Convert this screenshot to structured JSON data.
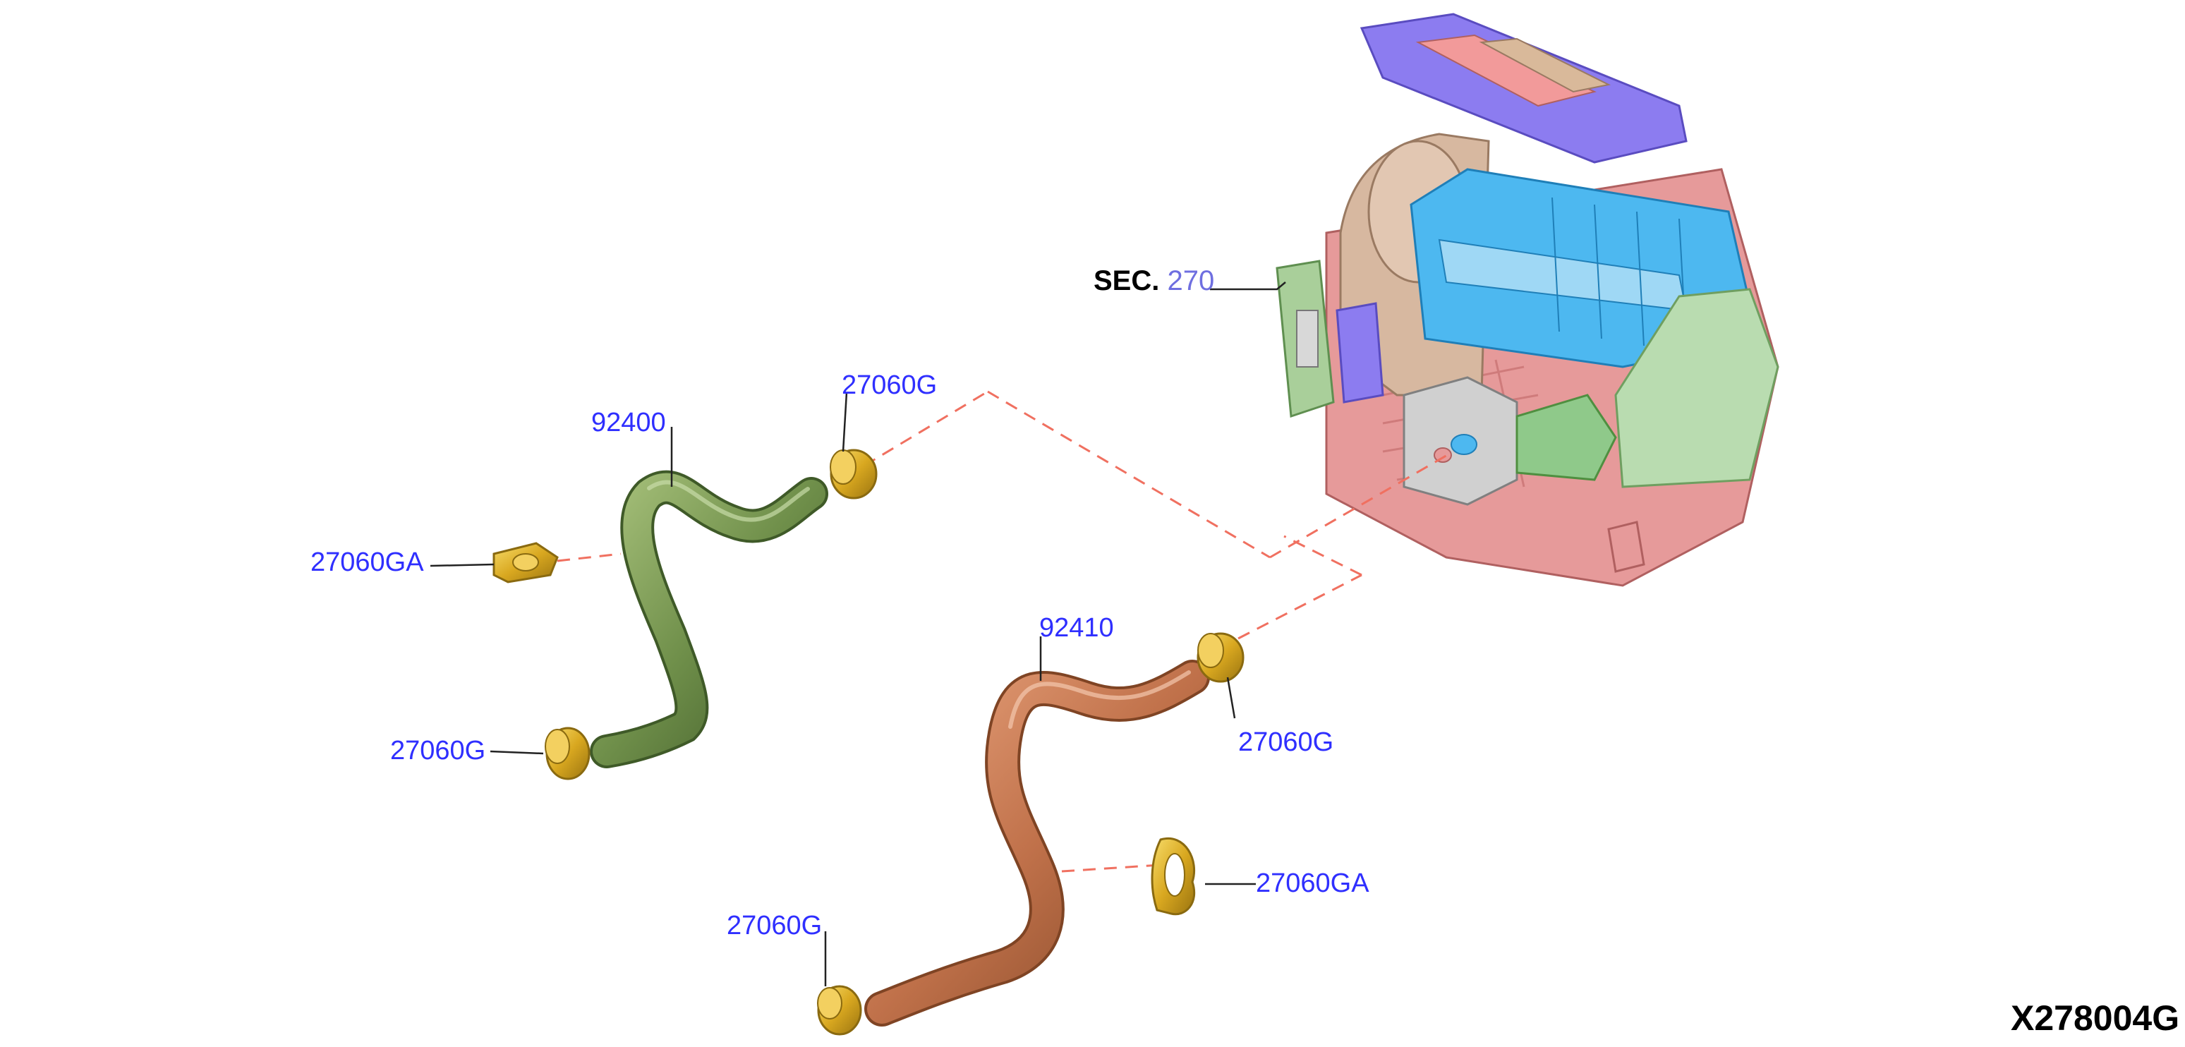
{
  "section_ref": {
    "prefix": "SEC.",
    "number": "270"
  },
  "parts": {
    "hose_upper": "92400",
    "hose_lower": "92410",
    "clamp_upper_top": "27060G",
    "clamp_upper_side": "27060GA",
    "clamp_upper_bottom": "27060G",
    "clamp_lower_top": "27060G",
    "clamp_lower_side": "27060GA",
    "clamp_lower_bottom": "27060G"
  },
  "diagram_code": "X278004G",
  "colors": {
    "label": "#2f2fff",
    "section_number": "#6f6fe0",
    "hose_upper": "#6f8f4a",
    "hose_lower": "#c0714a",
    "clamp": "#d9a820",
    "dash": "#f07060",
    "heater_case": "#e69a9a",
    "blower_tan": "#d7b8a0",
    "duct_blue": "#4db8f0",
    "top_purple": "#8c7cf0"
  }
}
